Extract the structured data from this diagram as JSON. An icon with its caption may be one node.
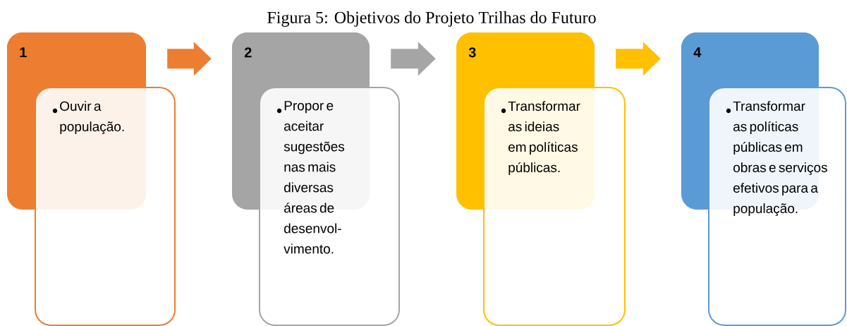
{
  "diagram": {
    "title": "Figura 5: Objetivos do Projeto Trilhas do Futuro",
    "nodes": [
      {
        "text": [
          "1"
        ]
      },
      {
        "text": [
          "Ouvir a população."
        ]
      },
      {
        "text": [
          "2"
        ]
      },
      {
        "text": [
          "Propor e aceitar sugestões nas mais diversas áreas de desenvol- vimento."
        ]
      },
      {
        "text": [
          "3"
        ]
      },
      {
        "text": [
          "Transformar as ideias em políticas públicas."
        ]
      },
      {
        "text": [
          "4"
        ]
      },
      {
        "text": [
          "Transformar as políticas públicas em obras e serviços efetivos para a população."
        ]
      }
    ],
    "edges": [
      {
        "from": 0,
        "to": 2,
        "arrow": "to",
        "style": "thick",
        "color": "#ed7d31"
      },
      {
        "from": 2,
        "to": 4,
        "arrow": "to",
        "style": "thick",
        "color": "#a5a5a5"
      },
      {
        "from": 4,
        "to": 6,
        "arrow": "to",
        "style": "thick",
        "color": "#ffc000"
      }
    ]
  }
}
